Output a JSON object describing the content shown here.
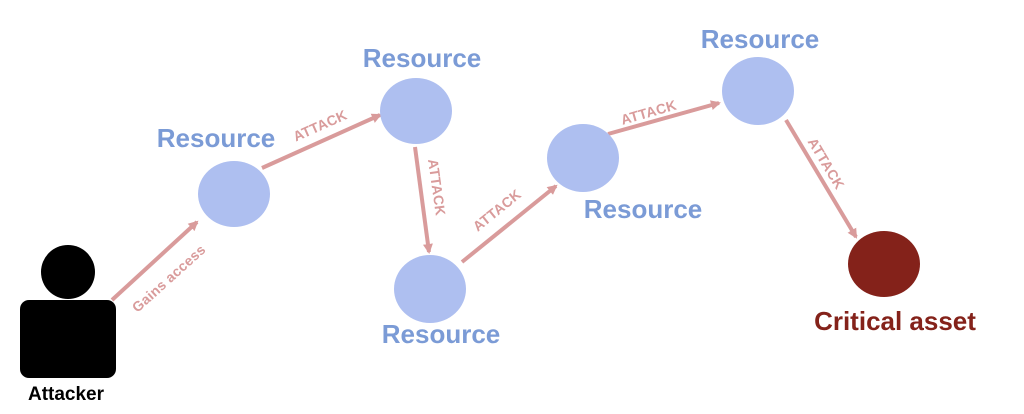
{
  "colors": {
    "resource_fill": "#aebff0",
    "resource_text": "#7b9bd6",
    "edge": "#d99b9b",
    "edge_text": "#d99b9b",
    "critical_fill": "#84221a",
    "critical_text": "#84221a",
    "attacker": "#000000"
  },
  "attacker": {
    "label": "Attacker",
    "icon": "person-icon"
  },
  "nodes": [
    {
      "id": "r1",
      "label": "Resource",
      "kind": "resource"
    },
    {
      "id": "r2",
      "label": "Resource",
      "kind": "resource"
    },
    {
      "id": "r3",
      "label": "Resource",
      "kind": "resource"
    },
    {
      "id": "r4",
      "label": "Resource",
      "kind": "resource"
    },
    {
      "id": "r5",
      "label": "Resource",
      "kind": "resource"
    },
    {
      "id": "critical",
      "label": "Critical asset",
      "kind": "critical"
    }
  ],
  "edges": [
    {
      "from": "attacker",
      "to": "r1",
      "label": "Gains access"
    },
    {
      "from": "r1",
      "to": "r2",
      "label": "ATTACK"
    },
    {
      "from": "r2",
      "to": "r3",
      "label": "ATTACK"
    },
    {
      "from": "r3",
      "to": "r4",
      "label": "ATTACK"
    },
    {
      "from": "r4",
      "to": "r5",
      "label": "ATTACK"
    },
    {
      "from": "r5",
      "to": "critical",
      "label": "ATTACK"
    }
  ]
}
